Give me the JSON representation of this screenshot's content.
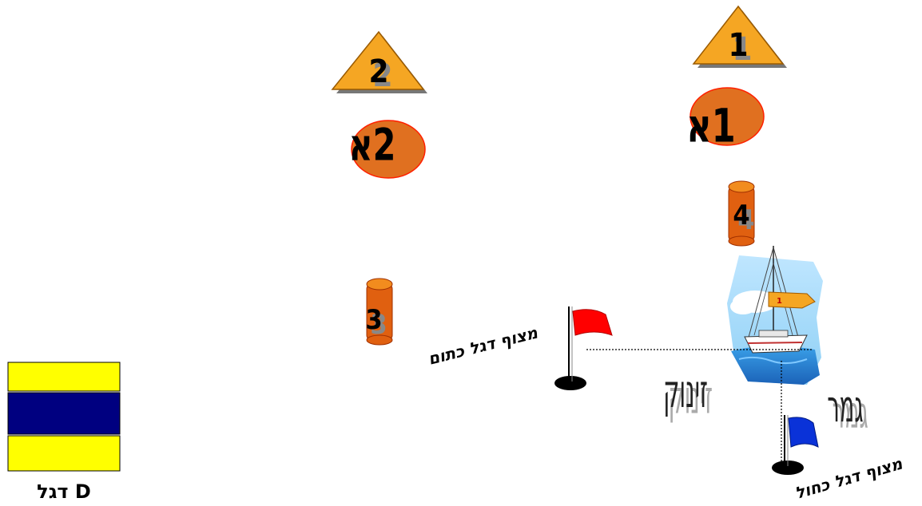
{
  "marks": {
    "mark_1": "1",
    "mark_1a": "1א",
    "mark_2": "2",
    "mark_2a": "2א",
    "mark_3": "3",
    "mark_4": "4"
  },
  "start": {
    "label": "זינוק",
    "pin_flag_label": "מצוף דגל כתום",
    "pin_flag_color": "#ff0000"
  },
  "finish": {
    "label": "גמר",
    "pin_flag_label": "מצוף דגל כחול",
    "pin_flag_color": "#0000ff"
  },
  "flag_d": {
    "label": "דגל D",
    "stripe_colors": [
      "#ffff00",
      "#000080",
      "#ffff00"
    ]
  },
  "colors": {
    "buoy_orange": "#f28c1e",
    "buoy_dark_orange": "#e06010",
    "buoy_ball": "#e07020"
  }
}
